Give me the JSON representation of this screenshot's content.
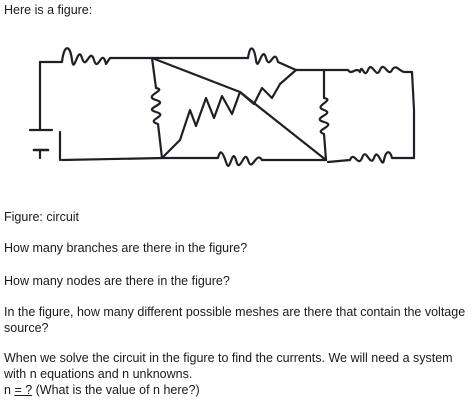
{
  "intro": "Here is a figure:",
  "caption": "Figure: circuit",
  "q1": "How many branches are there in the figure?",
  "q2": "How many nodes are there in the figure?",
  "q3": "In the figure, how many different possible meshes are there that contain the voltage source?",
  "q4_line1": "When we solve the circuit in the figure to find the currents. We will need a system with n equations and n unknowns.",
  "q4_n_prefix": "n ",
  "q4_n_mark": "= ?",
  "q4_n_suffix": " (What is the value of n here?)",
  "colors": {
    "text": "#1a1a1a",
    "ink": "#1f1f28",
    "background": "#ffffff"
  }
}
